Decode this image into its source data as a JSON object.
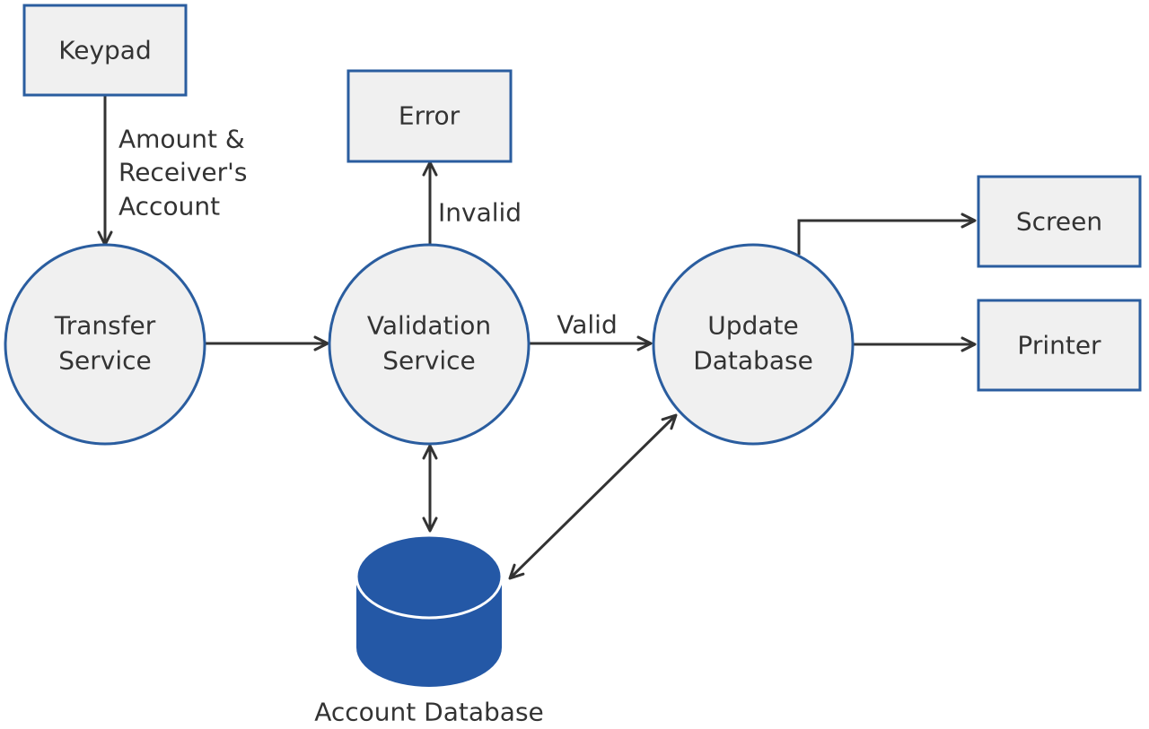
{
  "diagram": {
    "entities": {
      "keypad": "Keypad",
      "error": "Error",
      "screen": "Screen",
      "printer": "Printer"
    },
    "processes": {
      "transfer": [
        "Transfer",
        "Service"
      ],
      "validation": [
        "Validation",
        "Service"
      ],
      "update": [
        "Update",
        "Database"
      ]
    },
    "datastore": {
      "account_db": "Account Database"
    },
    "flows": {
      "keypad_to_transfer": [
        "Amount &",
        "Receiver's",
        "Account"
      ],
      "validation_to_error": "Invalid",
      "validation_to_update": "Valid"
    }
  }
}
